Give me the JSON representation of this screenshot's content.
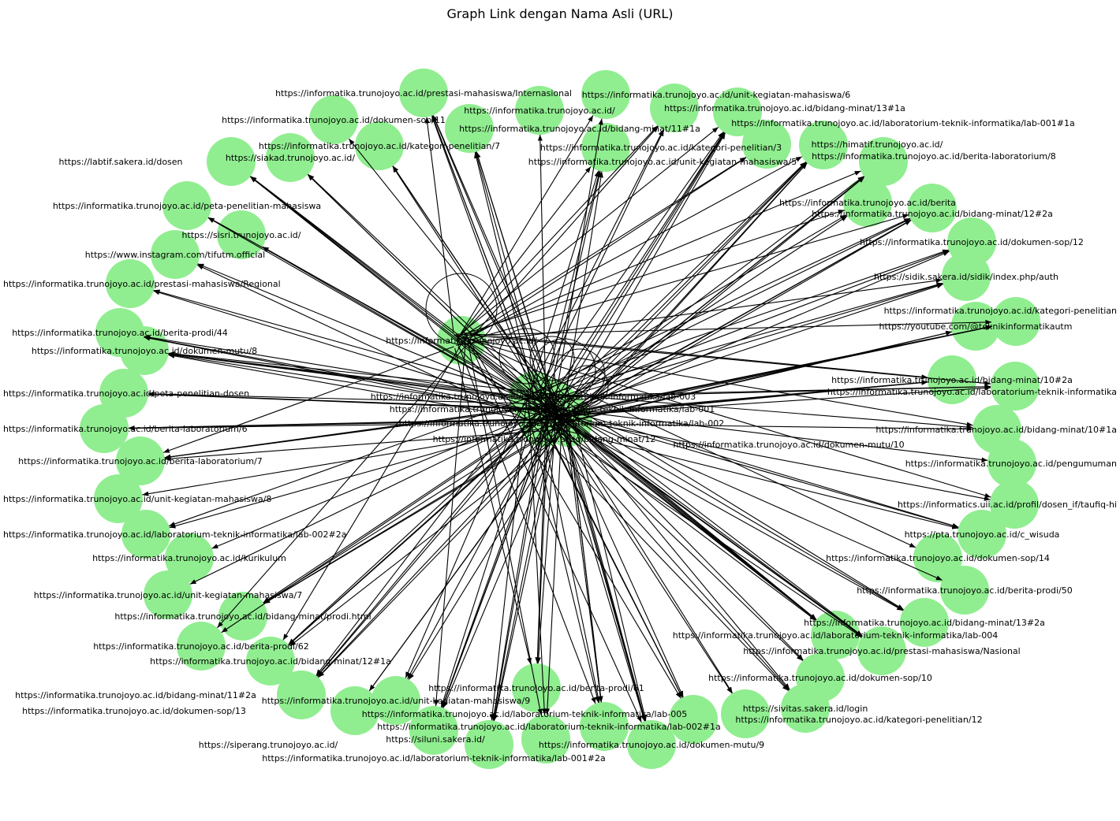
{
  "title": "Graph Link dengan Nama Asli (URL)",
  "colors": {
    "node": "#90EE90",
    "edge": "#000000",
    "label": "#000000"
  },
  "nodes": [
    {
      "label": "https://informatika.trunojoyo.ac.id/prestasi-mahasiswa/Internasional"
    },
    {
      "label": "https://informatika.trunojoyo.ac.id/dokumen-sop/11"
    },
    {
      "label": "https://informatika.trunojoyo.ac.id/bidang-minat/11#1a"
    },
    {
      "label": "https://informatika.trunojoyo.ac.id/kategori-penelitian/7"
    },
    {
      "label": "https://siakad.trunojoyo.ac.id/"
    },
    {
      "label": "https://labtif.sakera.id/dosen"
    },
    {
      "label": "https://informatika.trunojoyo.ac.id/"
    },
    {
      "label": "https://informatika.trunojoyo.ac.id/unit-kegiatan-mahasiswa/6"
    },
    {
      "label": "https://informatika.trunojoyo.ac.id/bidang-minat/13#1a"
    },
    {
      "label": "https://informatika.trunojoyo.ac.id/laboratorium-teknik-informatika/lab-001#1a"
    },
    {
      "label": "https://informatika.trunojoyo.ac.id/kategori-penelitian/3"
    },
    {
      "label": "https://himatif.trunojoyo.ac.id/"
    },
    {
      "label": "https://informatika.trunojoyo.ac.id/berita-laboratorium/8"
    },
    {
      "label": "https://informatika.trunojoyo.ac.id/unit-kegiatan-mahasiswa/5"
    },
    {
      "label": "https://informatika.trunojoyo.ac.id/berita"
    },
    {
      "label": "https://informatika.trunojoyo.ac.id/bidang-minat/12#2a"
    },
    {
      "label": "https://informatika.trunojoyo.ac.id/dokumen-sop/12"
    },
    {
      "label": "https://sidik.sakera.id/sidik/index.php/auth"
    },
    {
      "label": "https://youtube.com/@teknikinformatikautm"
    },
    {
      "label": "https://informatika.trunojoyo.ac.id/kategori-penelitian"
    },
    {
      "label": "https://informatika.trunojoyo.ac.id/bidang-minat/10#2a"
    },
    {
      "label": "https://informatika.trunojoyo.ac.id/laboratorium-teknik-informatika"
    },
    {
      "label": "https://informatika.trunojoyo.ac.id/bidang-minat/10#1a"
    },
    {
      "label": "https://informatika.trunojoyo.ac.id/pengumuman"
    },
    {
      "label": "https://informatics.uii.ac.id/profil/dosen_if/taufiq-hi"
    },
    {
      "label": "https://pta.trunojoyo.ac.id/c_wisuda"
    },
    {
      "label": "https://informatika.trunojoyo.ac.id/dokumen-sop/14"
    },
    {
      "label": "https://informatika.trunojoyo.ac.id/berita-prodi/50"
    },
    {
      "label": "https://informatika.trunojoyo.ac.id/bidang-minat/13#2a"
    },
    {
      "label": "https://informatika.trunojoyo.ac.id/laboratorium-teknik-informatika/lab-004"
    },
    {
      "label": "https://informatika.trunojoyo.ac.id/prestasi-mahasiswa/Nasional"
    },
    {
      "label": "https://informatika.trunojoyo.ac.id/dokumen-sop/10"
    },
    {
      "label": "https://sivitas.sakera.id/login"
    },
    {
      "label": "https://informatika.trunojoyo.ac.id/laboratorium-teknik-informatika/lab-005"
    },
    {
      "label": "https://informatika.trunojoyo.ac.id/kategori-penelitian/12"
    },
    {
      "label": "https://informatika.trunojoyo.ac.id/laboratorium-teknik-informatika/lab-002#1a"
    },
    {
      "label": "https://informatika.trunojoyo.ac.id/dokumen-mutu/9"
    },
    {
      "label": "https://siluni.sakera.id/"
    },
    {
      "label": "https://siperang.trunojoyo.ac.id/"
    },
    {
      "label": "https://informatika.trunojoyo.ac.id/berita-prodi/61"
    },
    {
      "label": "https://informatika.trunojoyo.ac.id/laboratorium-teknik-informatika/lab-001#2a"
    },
    {
      "label": "https://informatika.trunojoyo.ac.id/unit-kegiatan-mahasiswa/9"
    },
    {
      "label": "https://informatika.trunojoyo.ac.id/dokumen-sop/13"
    },
    {
      "label": "https://informatika.trunojoyo.ac.id/bidang-minat/11#2a"
    },
    {
      "label": "https://informatika.trunojoyo.ac.id/bidang-minat/12#1a"
    },
    {
      "label": "https://informatika.trunojoyo.ac.id/berita-prodi/62"
    },
    {
      "label": "https://informatika.trunojoyo.ac.id/bidang-minat/prodi.html"
    },
    {
      "label": "https://informatika.trunojoyo.ac.id/unit-kegiatan-mahasiswa/7"
    },
    {
      "label": "https://informatika.trunojoyo.ac.id/kurikulum"
    },
    {
      "label": "https://informatika.trunojoyo.ac.id/laboratorium-teknik-informatika/lab-002#2a"
    },
    {
      "label": "https://informatika.trunojoyo.ac.id/unit-kegiatan-mahasiswa/8"
    },
    {
      "label": "https://informatika.trunojoyo.ac.id/berita-laboratorium/7"
    },
    {
      "label": "https://informatika.trunojoyo.ac.id/berita-laboratorium/6"
    },
    {
      "label": "https://informatika.trunojoyo.ac.id/peta-penelitian-dosen"
    },
    {
      "label": "https://informatika.trunojoyo.ac.id/dokumen-mutu/8"
    },
    {
      "label": "https://informatika.trunojoyo.ac.id/berita-prodi/44"
    },
    {
      "label": "https://informatika.trunojoyo.ac.id/prestasi-mahasiswa/Regional"
    },
    {
      "label": "https://www.instagram.com/tifutm.official"
    },
    {
      "label": "https://sisri.trunojoyo.ac.id/"
    },
    {
      "label": "https://informatika.trunojoyo.ac.id/peta-penelitian-mahasiswa"
    },
    {
      "label": "https://informatika.trunojoyo.ac.id/"
    },
    {
      "label": "https://informatika.trunojoyo.ac.id/laboratorium-teknik-informatika/lab-003"
    },
    {
      "label": "https://informatika.trunojoyo.ac.id/laboratorium-teknik-informatika/lab-001"
    },
    {
      "label": "https://informatika.trunojoyo.ac.id/laboratorium-teknik-informatika/lab-002"
    },
    {
      "label": "https://informatika.trunojoyo.ac.id/bidang-minat/12"
    },
    {
      "label": "https://informatika.trunojoyo.ac.id/dokumen-mutu/10"
    }
  ]
}
